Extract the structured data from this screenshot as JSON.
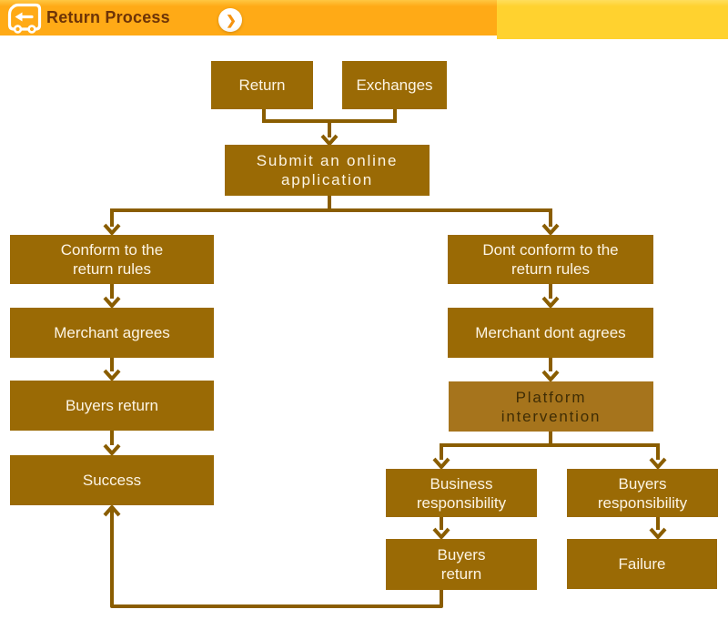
{
  "header": {
    "title": "Return Process",
    "nav_button_glyph": "❯"
  },
  "icons": {
    "truck_return": "truck-with-return-arrow-icon",
    "nav_circle": "forward-chevron-circle-button"
  },
  "colors": {
    "header_left": "#ffaa16",
    "header_left_top": "#ffc742",
    "header_right": "#ffd22f",
    "header_right_top": "#ffde5c",
    "title_text": "#6e3407",
    "box_fill": "#9a6a05",
    "box_fill_light": "#a6741c",
    "line": "#8a5d00",
    "box_text": "#fcf4e4",
    "box_text_dark": "#3f2d05",
    "nav_glyph": "#f5920f"
  },
  "flowchart": {
    "nodes": {
      "return": {
        "label": "Return"
      },
      "exchanges": {
        "label": "Exchanges"
      },
      "submit": {
        "line1": "Submit an online",
        "line2": "application"
      },
      "conform": {
        "line1": "Conform to the",
        "line2": "return rules"
      },
      "merchant_agrees": {
        "label": "Merchant agrees"
      },
      "buyers_return_left": {
        "label": "Buyers return"
      },
      "success": {
        "label": "Success"
      },
      "dont_conform": {
        "line1": "Dont conform to the",
        "line2": "return rules"
      },
      "merchant_dont_agrees": {
        "label": "Merchant dont agrees"
      },
      "platform": {
        "line1": "Platform",
        "line2": "intervention"
      },
      "business_resp": {
        "line1": "Business",
        "line2": "responsibility"
      },
      "buyers_resp": {
        "line1": "Buyers",
        "line2": "responsibility"
      },
      "buyers_return_right": {
        "line1": "Buyers",
        "line2": "return"
      },
      "failure": {
        "label": "Failure"
      }
    },
    "edges": [
      {
        "from": "return",
        "to": "submit"
      },
      {
        "from": "exchanges",
        "to": "submit"
      },
      {
        "from": "submit",
        "to": "conform"
      },
      {
        "from": "submit",
        "to": "dont_conform"
      },
      {
        "from": "conform",
        "to": "merchant_agrees"
      },
      {
        "from": "merchant_agrees",
        "to": "buyers_return_left"
      },
      {
        "from": "buyers_return_left",
        "to": "success"
      },
      {
        "from": "dont_conform",
        "to": "merchant_dont_agrees"
      },
      {
        "from": "merchant_dont_agrees",
        "to": "platform"
      },
      {
        "from": "platform",
        "to": "business_resp"
      },
      {
        "from": "platform",
        "to": "buyers_resp"
      },
      {
        "from": "business_resp",
        "to": "buyers_return_right"
      },
      {
        "from": "buyers_resp",
        "to": "failure"
      },
      {
        "from": "buyers_return_right",
        "to": "success"
      }
    ]
  }
}
